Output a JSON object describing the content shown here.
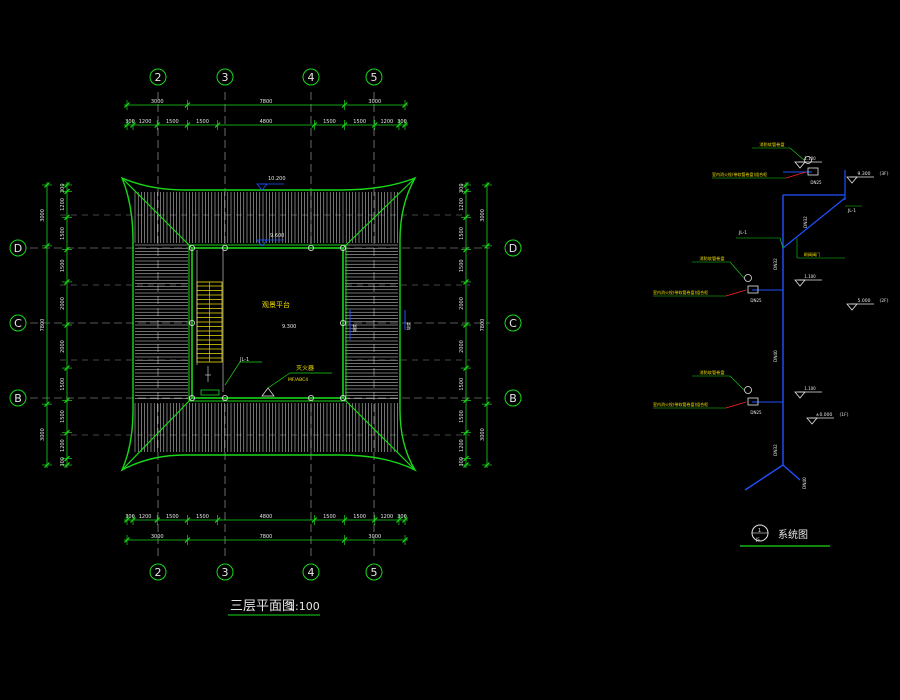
{
  "drawing": {
    "plan_title": "三层平面图",
    "plan_scale": "1:100",
    "system_title": "系统图",
    "system_circle_top": "1",
    "system_circle_bottom": "JS",
    "room_label": "观景平台",
    "room_level": "9.300",
    "extinguisher_label": "灭火器",
    "extinguisher_sub": "MF/ABC4",
    "riser_label": "JL-1",
    "roof_top_level": "10.200",
    "roof_mid_level": "9.600"
  },
  "grid": {
    "vertical_axes": [
      "2",
      "3",
      "4",
      "5"
    ],
    "horizontal_axes": [
      "D",
      "C",
      "B"
    ]
  },
  "dimensions": {
    "top_outer": [
      "3000",
      "7800",
      "3000"
    ],
    "top_inner": [
      "300",
      "1200",
      "1500",
      "1500",
      "4800",
      "1500",
      "1500",
      "1200",
      "300"
    ],
    "bottom_inner": [
      "300",
      "1200",
      "1500",
      "1500",
      "4800",
      "1500",
      "1500",
      "1200",
      "300"
    ],
    "bottom_outer": [
      "3000",
      "7800",
      "3000"
    ],
    "left_inner": [
      "300",
      "1200",
      "1500",
      "1500",
      "2000",
      "2000",
      "1500",
      "1500",
      "1200",
      "300"
    ],
    "left_outer": [
      "3000",
      "7800",
      "3000"
    ],
    "right_inner": [
      "300",
      "1200",
      "1500",
      "1500",
      "2000",
      "2000",
      "1500",
      "1500",
      "1200",
      "300"
    ],
    "right_outer": [
      "3000",
      "7800",
      "3000"
    ]
  },
  "system": {
    "hose_labels": [
      "消防软管卷盘",
      "消防软管卷盘",
      "消防软管卷盘"
    ],
    "cabinet_labels": [
      "室内消火栓(带软管卷盘)组合柜",
      "室内消火栓(带软管卷盘)组合柜",
      "室内消火栓(带软管卷盘)组合柜"
    ],
    "dn_labels": [
      "DN25",
      "DN25",
      "DN25"
    ],
    "pipe_labels": [
      "DN32",
      "DN32",
      "DN40",
      "DN32",
      "DN40"
    ],
    "level_labels": [
      "9.300",
      "(3F)",
      "5.000",
      "(2F)",
      "±0.000",
      "(1F)"
    ],
    "riser_labels": [
      "JL-1",
      "JL-1"
    ],
    "valve_label": "闸阀阀门",
    "small_levels": [
      "1.100",
      "1.100",
      "1.100"
    ]
  },
  "colors": {
    "background": "#000000",
    "green": "#18d818",
    "white": "#e6e6e6",
    "yellow": "#f0e000",
    "blue": "#2050ff",
    "red": "#ff2020",
    "gray": "#b0b0b0"
  }
}
